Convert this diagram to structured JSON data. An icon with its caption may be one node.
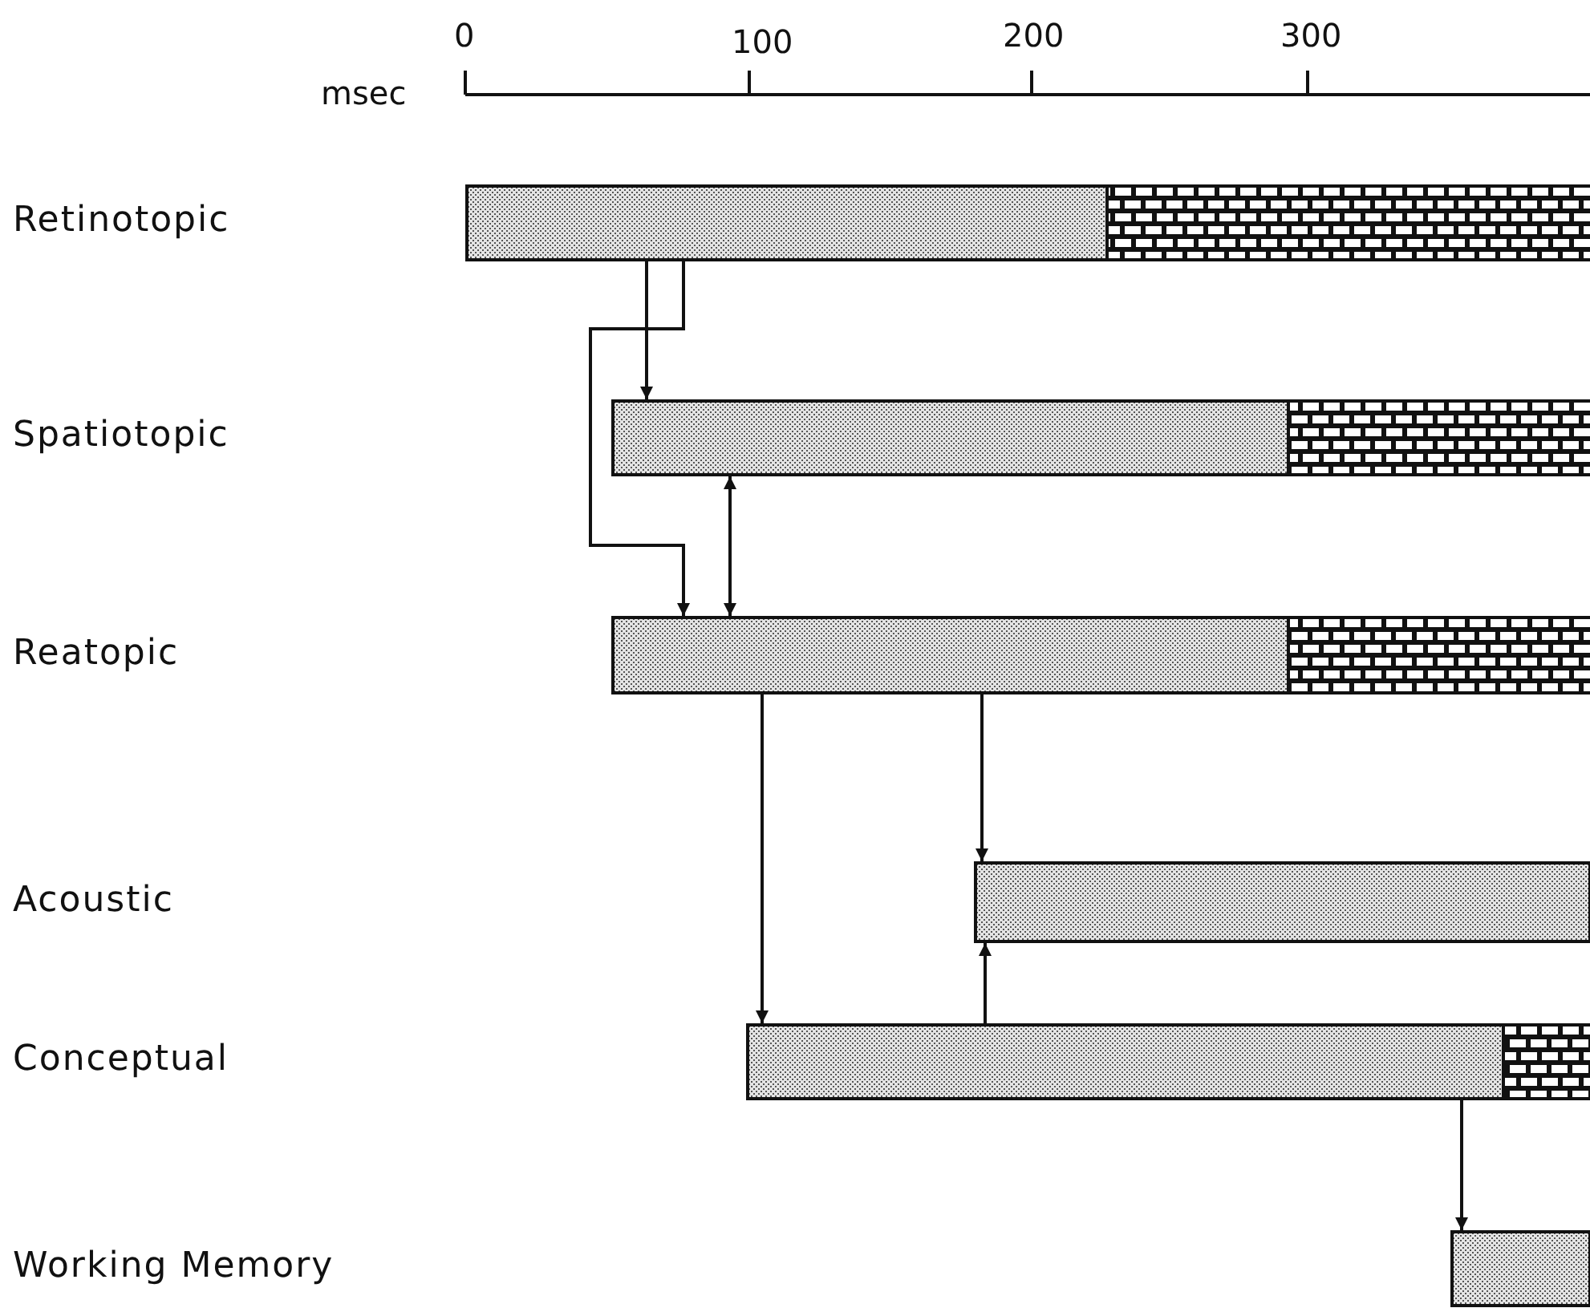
{
  "diagram": {
    "nodes": [
      {
        "text": [],
        "shape": "bar"
      },
      {
        "text": [],
        "shape": "bar"
      },
      {
        "text": [],
        "shape": "bar"
      },
      {
        "text": [],
        "shape": "bar"
      },
      {
        "text": [],
        "shape": "bar"
      },
      {
        "text": [],
        "shape": "bar"
      }
    ],
    "edges": [
      {
        "from": 0,
        "to": 1,
        "arrow": "to"
      },
      {
        "from": 0,
        "to": 2,
        "arrow": "to"
      },
      {
        "from": 1,
        "to": 2,
        "arrow": "both"
      },
      {
        "from": 2,
        "to": 4,
        "arrow": "to"
      },
      {
        "from": 2,
        "to": 3,
        "arrow": "to"
      },
      {
        "from": 4,
        "to": 3,
        "arrow": "to"
      },
      {
        "from": 4,
        "to": 5,
        "arrow": "to"
      }
    ],
    "labels": [
      "0",
      "100",
      "200",
      "300",
      "msec",
      "Retinotopic",
      "Spatiotopic",
      "Reatopic",
      "Acoustic",
      "Conceptual",
      "Working Memory"
    ]
  }
}
